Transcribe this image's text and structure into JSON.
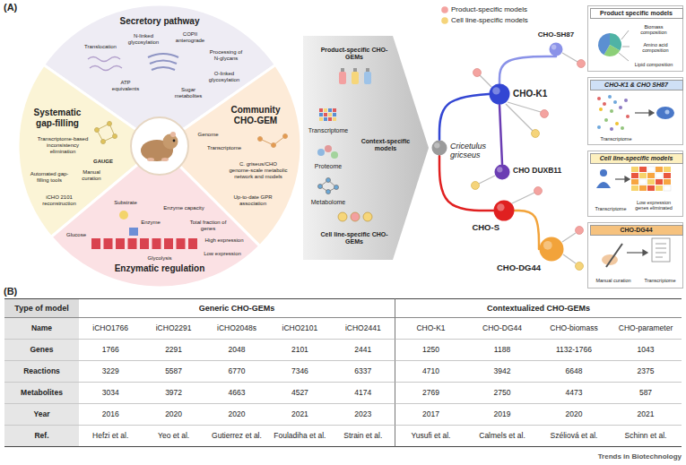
{
  "diagram": {
    "nodes": [
      {
        "text": [
          "Secretory pathway",
          "Translocation",
          "N-linked glycosylation",
          "COPII anterograde",
          "Processing of N-glycans",
          "O-linked glycosylation",
          "Sugar metabolites",
          "ATP equivalents"
        ]
      },
      {
        "text": [
          "Systematic gap-filling",
          "Transcriptome-based inconsistency elimination",
          "GAUGE",
          "Automated gap-filling tools",
          "Manual curation",
          "iCHO 2101 reconstruction"
        ]
      },
      {
        "text": [
          "Community CHO-GEM",
          "Genome",
          "Transcriptome",
          "C. griseus/CHO genome-scale metabolic network and models",
          "Up-to-date GPR association"
        ]
      },
      {
        "text": [
          "Enzymatic regulation",
          "Substrate",
          "Enzyme",
          "Enzyme capacity",
          "Total fraction of genes",
          "Glucose",
          "Glycolysis",
          "High expression",
          "Low expression"
        ]
      },
      {
        "text": [
          "Product-specific CHO-GEMs",
          "Transcriptome",
          "Proteome",
          "Metabolome",
          "Context-specific models",
          "Cell line-specific CHO-GEMs"
        ]
      },
      {
        "text": [
          "Cricetulus gricseus"
        ]
      },
      {
        "text": [
          "CHO-K1"
        ]
      },
      {
        "text": [
          "CHO-SH87"
        ]
      },
      {
        "text": [
          "CHO DUXB11"
        ]
      },
      {
        "text": [
          "CHO-S"
        ]
      },
      {
        "text": [
          "CHO-DG44"
        ]
      },
      {
        "text": [
          "Product specific models",
          "Biomass composition",
          "Amino acid composition",
          "Lipid composition"
        ]
      },
      {
        "text": [
          "CHO-K1 & CHO SH87",
          "Transcriptome"
        ]
      },
      {
        "text": [
          "Cell line-specific models",
          "Transcriptome",
          "Low expression genes eliminated"
        ]
      },
      {
        "text": [
          "CHO-DG44",
          "Manual curation",
          "Transcriptome"
        ]
      }
    ],
    "edges": [
      {
        "from": 5,
        "to": 6,
        "arrow": "none"
      },
      {
        "from": 5,
        "to": 9,
        "arrow": "none"
      },
      {
        "from": 6,
        "to": 7,
        "arrow": "none"
      },
      {
        "from": 6,
        "to": 8,
        "arrow": "none"
      },
      {
        "from": 9,
        "to": 10,
        "arrow": "none"
      }
    ],
    "labels": [
      "(A)",
      "(B)",
      "Type of model",
      "Generic CHO-GEMs",
      "Contextualized CHO-GEMs",
      "Name",
      "iCHO1766",
      "iCHO2291",
      "iCHO2048s",
      "iCHO2101",
      "iCHO2441",
      "CHO-K1",
      "CHO-DG44",
      "CHO-biomass",
      "CHO-parameter",
      "Genes",
      "1766",
      "2291",
      "2048",
      "2101",
      "2441",
      "1250",
      "1188",
      "1132-1766",
      "1043",
      "Reactions",
      "3229",
      "5587",
      "6770",
      "7346",
      "6337",
      "4710",
      "3942",
      "6648",
      "2375",
      "Metabolites",
      "3034",
      "3972",
      "4663",
      "4527",
      "4174",
      "2769",
      "2750",
      "4473",
      "587",
      "Year",
      "2016",
      "2020",
      "2020",
      "2021",
      "2023",
      "2017",
      "2019",
      "2020",
      "2021",
      "Ref.",
      "Hefzi et al.",
      "Yeo et al.",
      "Gutierrez et al.",
      "Fouladiha et al.",
      "Strain et al.",
      "Yusufi et al.",
      "Calmels et al.",
      "Széliová et al.",
      "Schinn et al.",
      "Trends in Biotechnology"
    ],
    "legend": [
      {
        "text": "Product-specific models",
        "color": "#f4a3a0"
      },
      {
        "text": "Cell line-specific models",
        "color": "#f5d47a"
      }
    ]
  }
}
